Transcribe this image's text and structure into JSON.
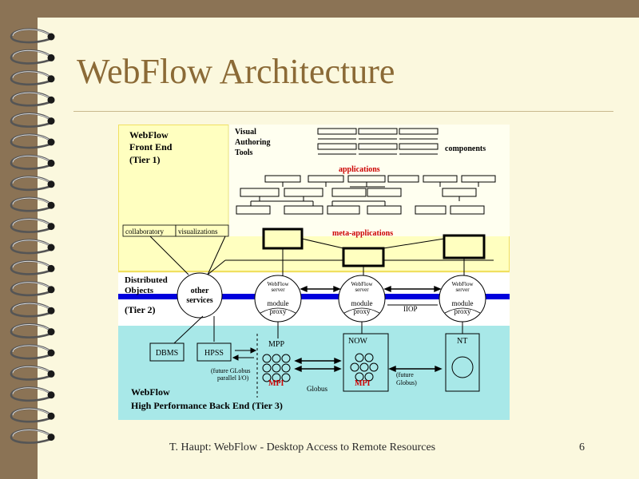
{
  "slide": {
    "title": "WebFlow Architecture",
    "footer": "T. Haupt: WebFlow - Desktop Access to Remote Resources",
    "page_number": "6"
  },
  "diagram": {
    "tier1": {
      "name_line1": "WebFlow",
      "name_line2": "Front End",
      "name_line3": "(Tier 1)",
      "tools_line1": "Visual",
      "tools_line2": "Authoring",
      "tools_line3": "Tools",
      "components": "components",
      "applications": "applications",
      "collaboratory": "collaboratory",
      "visualizations": "visualizations",
      "meta_applications": "meta-applications"
    },
    "tier2": {
      "name_line1": "Distributed",
      "name_line2": "Objects",
      "name_line3": "(Tier 2)",
      "other_services_line1": "other",
      "other_services_line2": "services",
      "server_line1": "WebFlow",
      "server_line2": "server",
      "proxy_line1": "module",
      "proxy_line2": "proxy",
      "iiop": "IIOP"
    },
    "tier3": {
      "name_line1": "WebFlow",
      "name_line2": "High Performance Back End (Tier 3)",
      "dbms": "DBMS",
      "hpss": "HPSS",
      "mpp": "MPP",
      "now": "NOW",
      "nt": "NT",
      "mpi_left": "MPI",
      "mpi_right": "MPI",
      "globus": "Globus",
      "future_globus_parallel_line1": "(future GLobus",
      "future_globus_parallel_line2": "parallel I/O)",
      "future_globus_line1": "(future",
      "future_globus_line2": "Globus)"
    },
    "colors": {
      "tier1_background": "#ffffc0",
      "tier1_border": "#f0e060",
      "tier3_background": "#a8e8e8",
      "tier2_bus": "#0000dd",
      "highlight_text": "#cc0000",
      "slide_background": "#fbf8de",
      "title": "#8b6a36"
    }
  }
}
